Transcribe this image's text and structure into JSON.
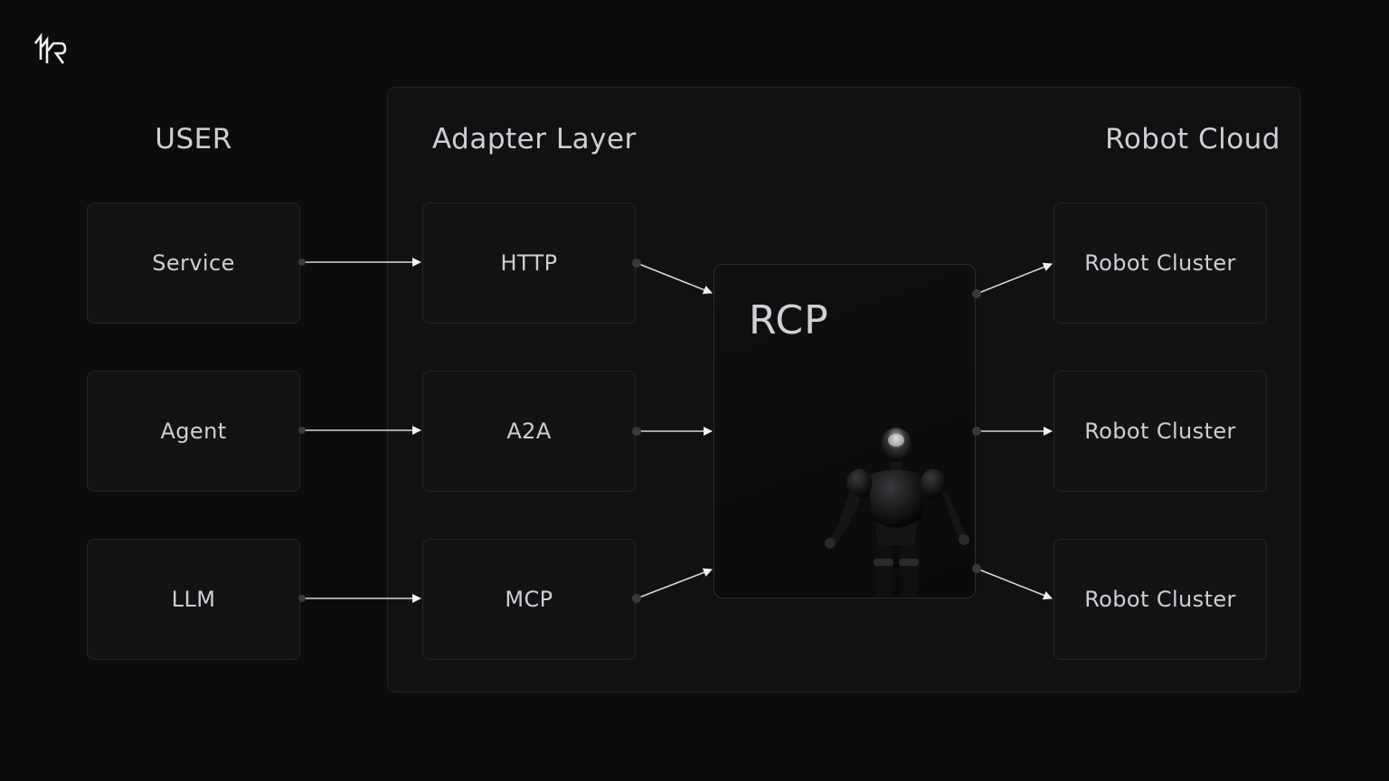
{
  "headings": {
    "user": "USER",
    "adapter": "Adapter Layer",
    "cloud": "Robot Cloud"
  },
  "user_nodes": [
    "Service",
    "Agent",
    "LLM"
  ],
  "adapter_nodes": [
    "HTTP",
    "A2A",
    "MCP"
  ],
  "core": {
    "title": "RCP"
  },
  "cloud_nodes": [
    "Robot Cluster",
    "Robot Cluster",
    "Robot Cluster"
  ],
  "icons": {
    "logo": "brand-logo-icon",
    "robot": "humanoid-robot-image"
  },
  "colors": {
    "background": "#0c0c0d",
    "panel": "#111113",
    "node": "#131315",
    "arrow": "#e6e6e8"
  }
}
